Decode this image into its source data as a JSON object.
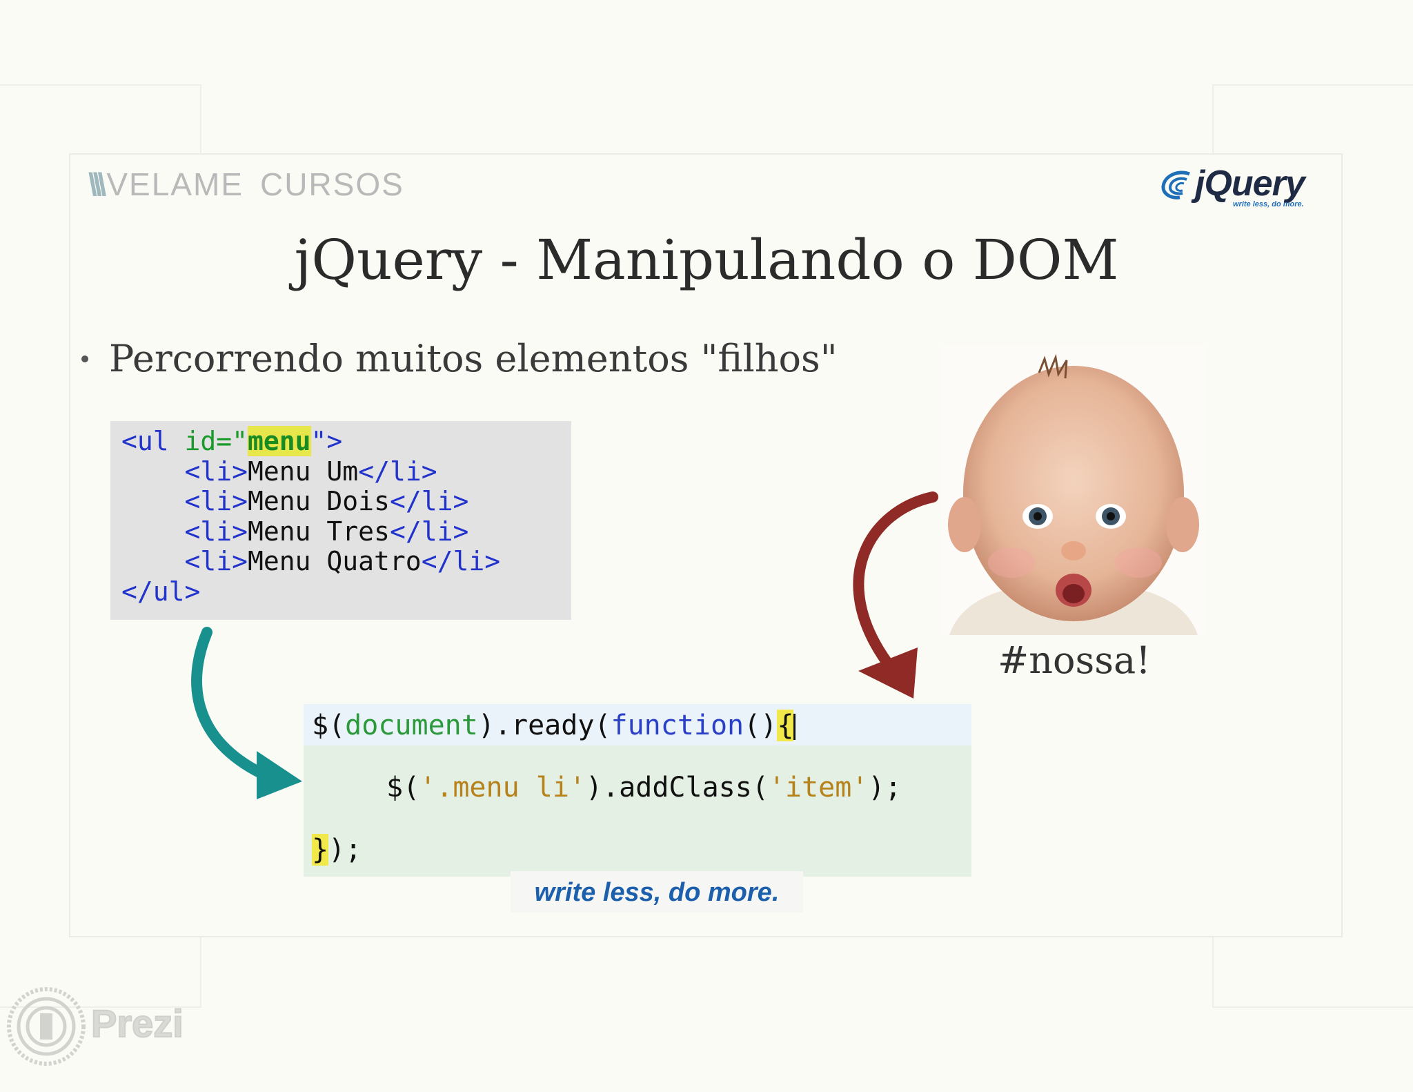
{
  "header": {
    "brand_left_a": "VELAME",
    "brand_left_b": "CURSOS",
    "brand_right": "jQuery",
    "brand_right_tagline": "write less, do more."
  },
  "slide": {
    "title": "jQuery - Manipulando o DOM",
    "bullet": "Percorrendo muitos elementos \"filhos\"",
    "caption": "#nossa!",
    "tagline": "write less, do more."
  },
  "html_code": {
    "open_tag": "<ul ",
    "attr": "id=\"",
    "attr_value": "menu",
    "attr_close": "\">",
    "items": [
      "Menu Um",
      "Menu Dois",
      "Menu Tres",
      "Menu Quatro"
    ],
    "li_open": "<li>",
    "li_close": "</li>",
    "close_tag": "</ul>"
  },
  "js_code": {
    "l1_a": "$(",
    "l1_doc": "document",
    "l1_b": ").ready(",
    "l1_fn": "function",
    "l1_c": "()",
    "l1_brace": "{",
    "l2_a": "$(",
    "l2_str": "'.menu li'",
    "l2_b": ").addClass(",
    "l2_str2": "'item'",
    "l2_c": ");",
    "l3_brace": "}",
    "l3_rest": ");"
  },
  "footer": {
    "prezi_label": "Prezi"
  },
  "colors": {
    "arrow_teal": "#17908e",
    "arrow_red": "#8f2a26",
    "code_bg_html": "#e2e2e2",
    "code_bg_js": "#e3f0e3"
  },
  "icons": [
    "velame-logo-icon",
    "jquery-logo-icon",
    "prezi-logo-icon",
    "baby-photo",
    "teal-arrow-icon",
    "red-arrow-icon"
  ]
}
